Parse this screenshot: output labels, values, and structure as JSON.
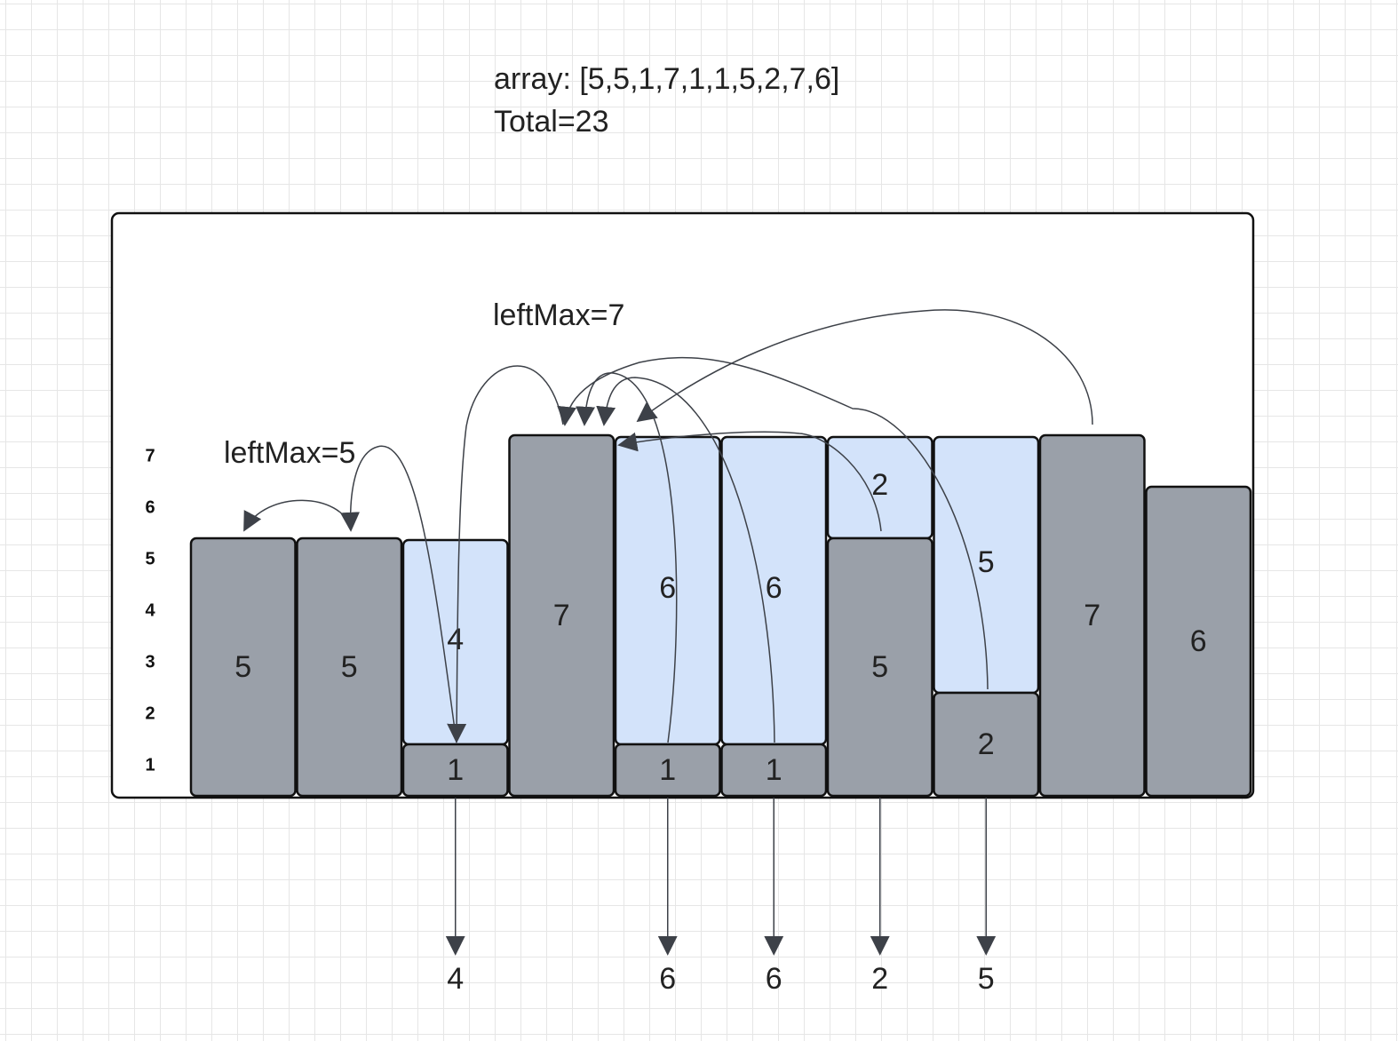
{
  "title": {
    "array_text": "array: [5,5,1,7,1,1,5,2,7,6]",
    "total_text": "Total=23"
  },
  "array": [
    5,
    5,
    1,
    7,
    1,
    1,
    5,
    2,
    7,
    6
  ],
  "water": [
    0,
    0,
    4,
    0,
    6,
    6,
    2,
    5,
    0,
    0
  ],
  "y_axis_ticks": [
    "1",
    "2",
    "3",
    "4",
    "5",
    "6",
    "7"
  ],
  "annotations": {
    "left_max_5": "leftMax=5",
    "left_max_7": "leftMax=7"
  },
  "outputs": [
    {
      "index": 2,
      "label": "4"
    },
    {
      "index": 4,
      "label": "6"
    },
    {
      "index": 5,
      "label": "6"
    },
    {
      "index": 6,
      "label": "2"
    },
    {
      "index": 7,
      "label": "5"
    }
  ],
  "colors": {
    "bar": "#9aa0a9",
    "water": "#d3e3fa",
    "stroke": "#111111",
    "arrow": "#3d4148"
  }
}
